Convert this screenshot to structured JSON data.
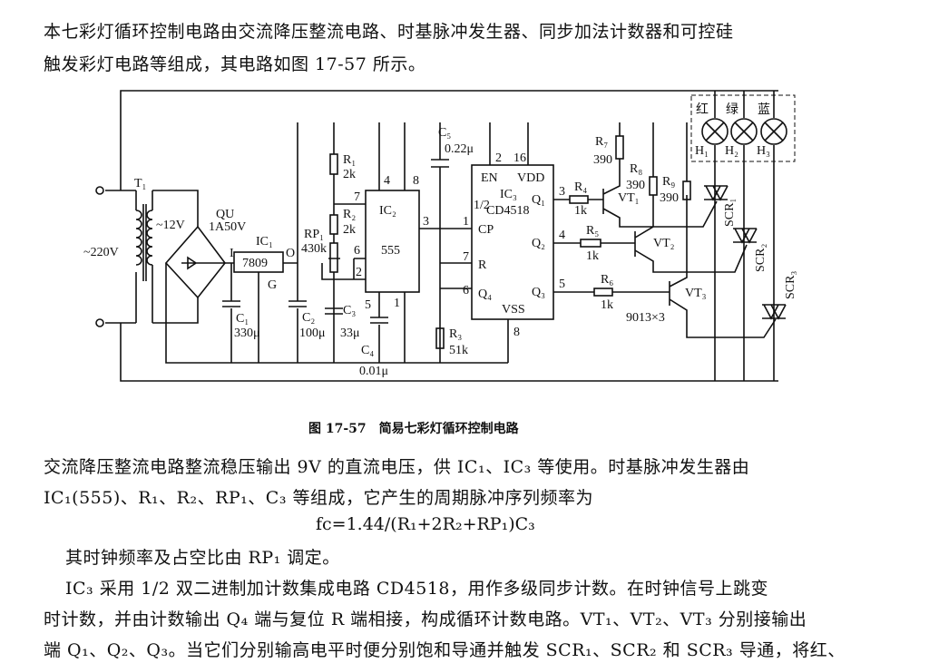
{
  "paragraphs": [
    "本七彩灯循环控制电路由交流降压整流电路、时基脉冲发生器、同步加法计数器和可控硅",
    "触发彩灯电路等组成，其电路如图 17-57 所示。",
    "交流降压整流电路整流稳压输出 9V 的直流电压，供 IC₁、IC₃ 等使用。时基脉冲发生器由",
    "IC₁(555)、R₁、R₂、RP₁、C₃ 等组成，它产生的周期脉冲序列频率为",
    "其时钟频率及占空比由 RP₁ 调定。",
    "IC₃ 采用 1/2 双二进制加计数集成电路 CD4518，用作多级同步计数。在时钟信号上跳变",
    "时计数，并由计数输出 Q₄ 端与复位 R 端相接，构成循环计数电路。VT₁、VT₂、VT₃ 分别接输出",
    "端 Q₁、Q₂、Q₃。当它们分别输高电平时便分别饱和导通并触发 SCR₁、SCR₂ 和 SCR₃ 导通，将红、"
  ],
  "formula": "fc=1.44/(R₁+2R₂+RP₁)C₃",
  "caption": "图 17-57　简易七彩灯循环控制电路",
  "diagram": {
    "ac_in": "~220V",
    "t1": "T₁",
    "sec": "~12V",
    "qu": "QU",
    "qu_val": "1A50V",
    "ic1": "IC₁",
    "ic1_part": "7809",
    "pin_i": "I",
    "pin_o": "O",
    "pin_g": "G",
    "c1": "C₁",
    "c1_val": "330μ",
    "c2": "C₂",
    "c2_val": "100μ",
    "c3": "C₃",
    "c3_val": "33μ",
    "c4": "C₄",
    "c4_val": "0.01μ",
    "c5": "C₅",
    "c5_val": "0.22μ",
    "r1": "R₁",
    "r1_val": "2k",
    "r2": "R₂",
    "r2_val": "2k",
    "rp1": "RP₁",
    "rp1_val": "430k",
    "ic2": "IC₂",
    "ic2_part": "555",
    "p4": "4",
    "p8": "8",
    "p7": "7",
    "p6": "6",
    "p2": "2",
    "p3": "3",
    "p5": "5",
    "p1": "1",
    "ic3": "IC₃",
    "ic3_part": "CD4518",
    "half": "1/2",
    "en": "EN",
    "vdd": "VDD",
    "vss": "VSS",
    "cp": "CP",
    "r": "R",
    "q1": "Q₁",
    "q2": "Q₂",
    "q3": "Q₃",
    "q4": "Q₄",
    "ip2": "2",
    "ip16": "16",
    "ip1": "1",
    "ip7": "7",
    "ip6": "6",
    "ip8": "8",
    "ip3": "3",
    "ip4": "4",
    "ip5": "5",
    "r3": "R₃",
    "r3_val": "51k",
    "r4": "R₄",
    "r5": "R₅",
    "r6": "R₆",
    "rk": "1k",
    "r7": "R₇",
    "r8": "R₈",
    "r9": "R₉",
    "r390": "390",
    "vt1": "VT₁",
    "vt2": "VT₂",
    "vt3": "VT₃",
    "trans": "9013×3",
    "red": "红",
    "green": "绿",
    "blue": "蓝",
    "h1": "H₁",
    "h2": "H₂",
    "h3": "H₃",
    "scr1": "SCR₁",
    "scr2": "SCR₂",
    "scr3": "SCR₃"
  }
}
